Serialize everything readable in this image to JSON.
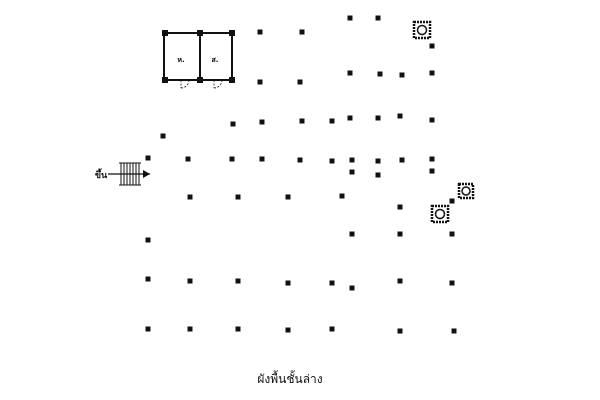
{
  "caption": "ผังพื้นชั้นล่าง",
  "stair_label": "ขึ้น",
  "rooms": [
    {
      "label": "ห."
    },
    {
      "label": "ส."
    }
  ],
  "icons": {
    "post": "square-post-icon",
    "round_post": "round-post-icon",
    "stair": "stair-icon",
    "arrow": "arrow-right-icon"
  }
}
